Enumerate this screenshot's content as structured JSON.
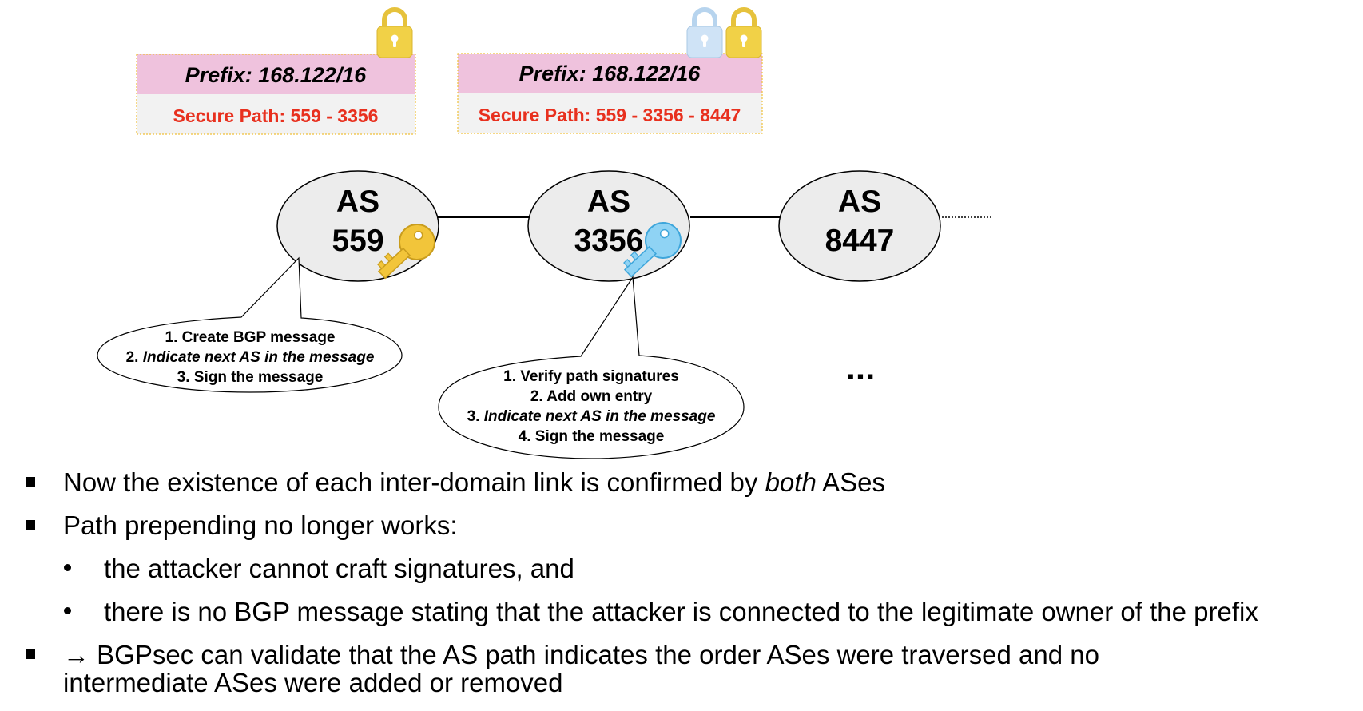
{
  "messages": [
    {
      "prefix": "Prefix: 168.122/16",
      "secure_path": "Secure Path: 559 - 3356"
    },
    {
      "prefix": "Prefix: 168.122/16",
      "secure_path": "Secure Path: 559 - 3356 - 8447"
    }
  ],
  "nodes": [
    {
      "label": "AS",
      "number": "559"
    },
    {
      "label": "AS",
      "number": "3356"
    },
    {
      "label": "AS",
      "number": "8447"
    }
  ],
  "callouts": {
    "as559": [
      "1. Create BGP message",
      "2. ",
      "Indicate next AS in the message",
      "3. Sign the message"
    ],
    "as3356": [
      "1. Verify path signatures",
      "2. Add own entry",
      "3. ",
      "Indicate next AS in the message",
      "4. Sign the message"
    ]
  },
  "ellipsis": "...",
  "bullets": {
    "b1_pre": "Now the existence of each inter-domain link is confirmed by ",
    "b1_em": "both",
    "b1_post": " ASes",
    "b2": "Path prepending no longer works:",
    "b2_sub1": "the attacker cannot craft signatures, and",
    "b2_sub2": "there is no BGP message stating that the attacker is connected to the legitimate owner of the prefix",
    "b3_line1": "→ BGPsec can validate that the AS path indicates the order ASes were traversed and no",
    "b3_line2": "intermediate ASes were added or removed"
  },
  "colors": {
    "prefix_band": "#efc2dd",
    "path_band": "#f2f2f2",
    "secure_text": "#e8301e",
    "node_fill": "#ececec",
    "lock_gold": "#f1d147",
    "lock_blue": "#cfe3f6",
    "key_gold": "#f2c53a",
    "key_blue": "#8fd3f4"
  },
  "icons": [
    "lock-gold-icon",
    "lock-blue-icon",
    "key-gold-icon",
    "key-blue-icon"
  ]
}
